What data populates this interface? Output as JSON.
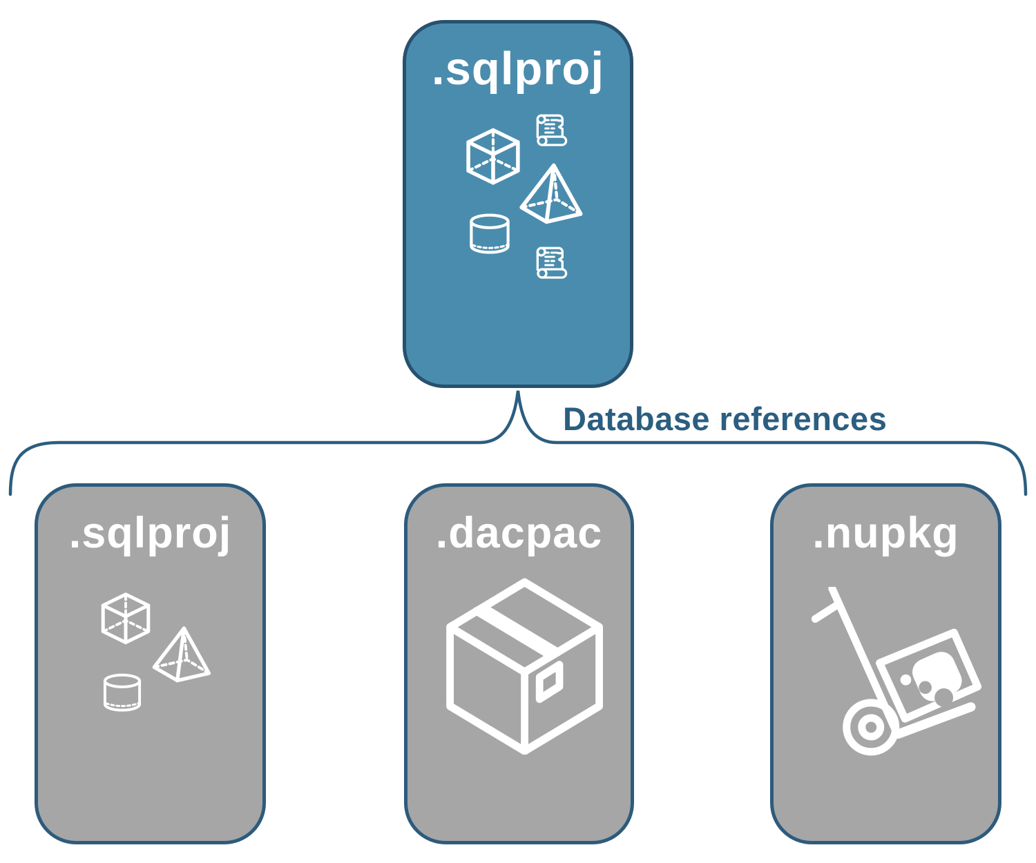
{
  "diagram": {
    "root_node": {
      "label": ".sqlproj",
      "fill": "#4A8CAD",
      "border_color": "#27516E",
      "icons": [
        "scroll-icon",
        "cube-icon",
        "pyramid-icon",
        "cylinder-icon",
        "scroll-icon"
      ]
    },
    "connector": {
      "label": "Database references",
      "color": "#2B5E80",
      "shape": "curly-brace"
    },
    "child_nodes": [
      {
        "label": ".sqlproj",
        "icons": [
          "cube-icon",
          "pyramid-icon",
          "cylinder-icon"
        ]
      },
      {
        "label": ".dacpac",
        "icons": [
          "package-box-icon"
        ]
      },
      {
        "label": ".nupkg",
        "icons": [
          "hand-truck-icon",
          "nuget-logo"
        ]
      }
    ],
    "child_style": {
      "fill": "#A6A6A6",
      "border_color": "#2D5B7C"
    },
    "icon_color": "#FFFFFF",
    "background": "#FFFFFF"
  }
}
